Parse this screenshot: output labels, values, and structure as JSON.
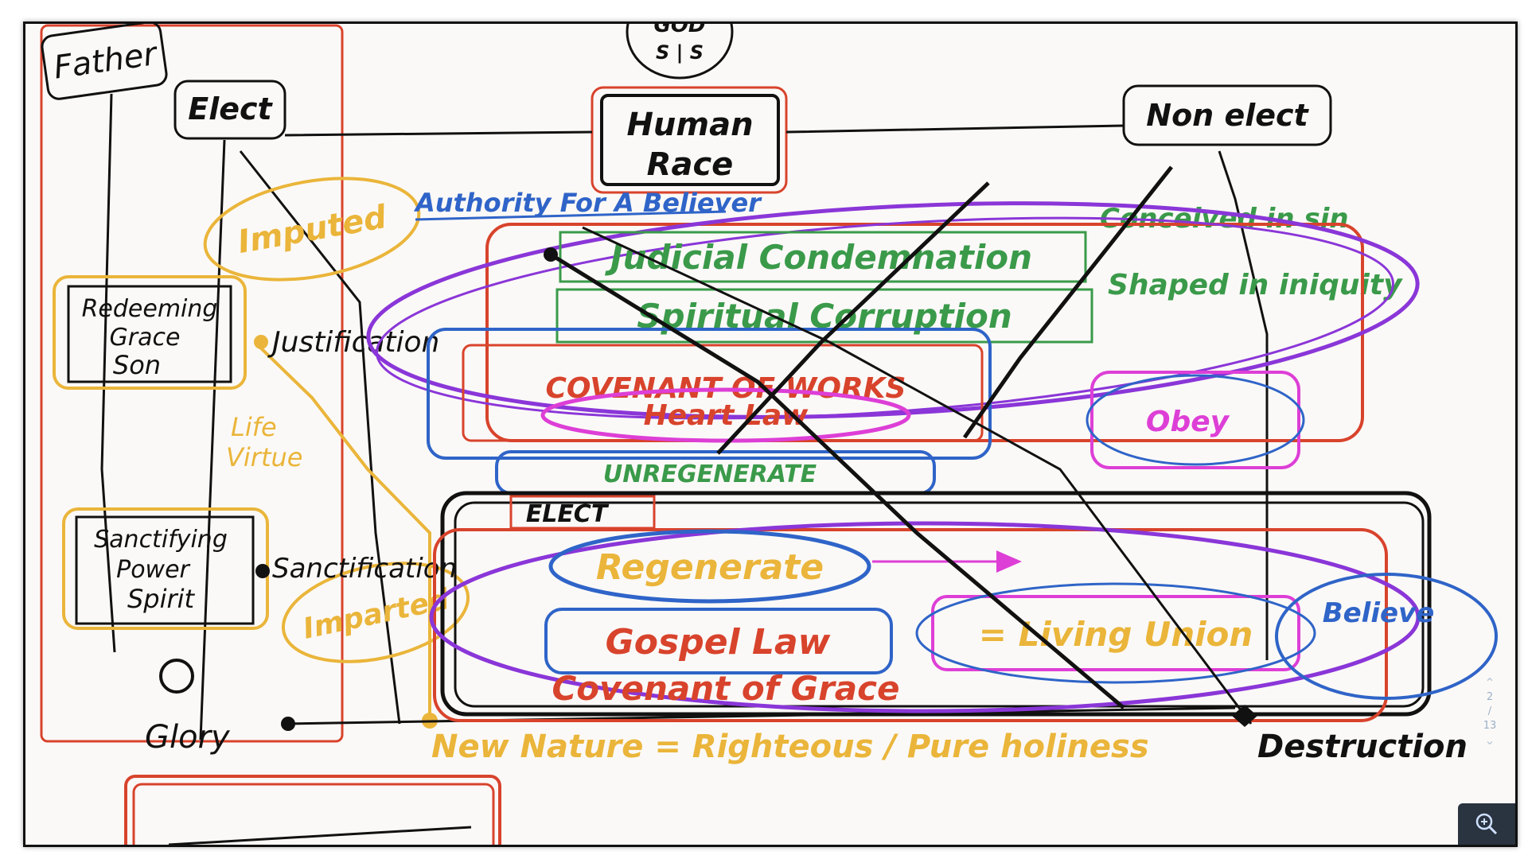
{
  "labels": {
    "god": "GOD",
    "trinity": "S | S",
    "father": "Father",
    "elect": "Elect",
    "human_race_1": "Human",
    "human_race_2": "Race",
    "nonelect": "Non elect",
    "redeeming_1": "Redeeming",
    "redeeming_2": "Grace",
    "redeeming_3": "Son",
    "sanctifying_1": "Sanctifying",
    "sanctifying_2": "Power",
    "sanctifying_3": "Spirit",
    "imputed": "Imputed",
    "imparted": "Imparted",
    "justification": "Justification",
    "sanctification": "Sanctification",
    "life_virtue_1": "Life",
    "life_virtue_2": "Virtue",
    "glory": "Glory",
    "authority": "Authority For A Believer",
    "conceived_in_sin": "Conceived in sin",
    "shaped_in_iniquity": "Shaped in iniquity",
    "judicial_condemnation": "Judicial Condemnation",
    "spiritual_corruption": "Spiritual Corruption",
    "covenant_of_works": "COVENANT OF WORKS",
    "heart_law": "Heart Law",
    "obey": "Obey",
    "unregenerate": "UNREGENERATE",
    "elect_inner": "ELECT",
    "regenerate": "Regenerate",
    "gospel_law": "Gospel Law",
    "living_union": "= Living Union",
    "believe": "Believe",
    "covenant_of_grace": "Covenant of Grace",
    "new_nature": "New Nature = Righteous / Pure holiness",
    "destruction": "Destruction"
  },
  "pager": {
    "current": "2",
    "total": "13"
  },
  "colors": {
    "ink": "#111111",
    "red": "#d8432c",
    "gold": "#eab53a",
    "green": "#3a9a4a",
    "blue": "#2f64c8",
    "purple": "#8a36d8",
    "magenta": "#dd3fd6"
  }
}
